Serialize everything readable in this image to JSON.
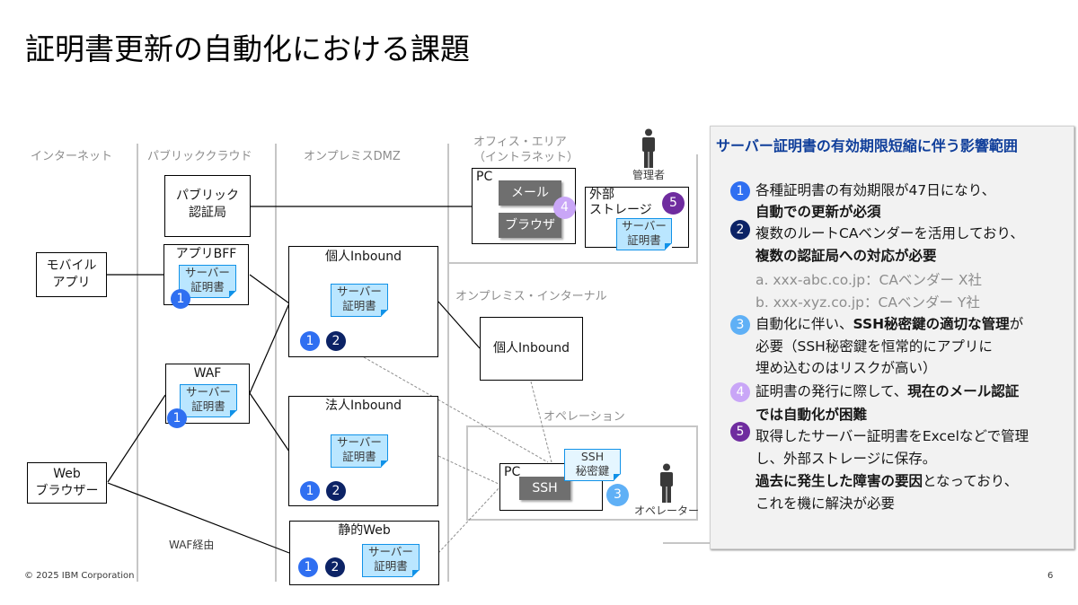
{
  "title": "証明書更新の自動化における課題",
  "zones": {
    "internet": "インターネット",
    "public_cloud": "パブリッククラウド",
    "onprem_dmz": "オンプレミスDMZ",
    "office_area_line1": "オフィス・エリア",
    "office_area_line2": "（イントラネット）",
    "onprem_internal": "オンプレミス・インターナル",
    "operation": "オペレーション"
  },
  "nodes": {
    "mobile_app": [
      "モバイル",
      "アプリ"
    ],
    "web_browser": [
      "Web",
      "ブラウザー"
    ],
    "public_ca": [
      "パブリック",
      "認証局"
    ],
    "app_bff": "アプリBFF",
    "waf": "WAF",
    "personal_inbound_dmz": "個人Inbound",
    "corporate_inbound": "法人Inbound",
    "static_web": "静的Web",
    "personal_inbound_internal": "個人Inbound",
    "office_pc": "PC",
    "mail": "メール",
    "browser": "ブラウザ",
    "external_storage": [
      "外部",
      "ストレージ"
    ],
    "op_pc": "PC",
    "ssh": "SSH"
  },
  "cert_label": [
    "サーバー",
    "証明書"
  ],
  "ssh_key_label": [
    "SSH",
    "秘密鍵"
  ],
  "people": {
    "admin": "管理者",
    "operator": "オペレーター"
  },
  "waf_via": "WAF経由",
  "badges": {
    "b1": "1",
    "b2": "2",
    "b3": "3",
    "b4": "4",
    "b5": "5"
  },
  "badge_colors": {
    "b1": "#2f6ff1",
    "b2": "#0c2366",
    "b3": "#5fb0f6",
    "b4": "#c9a6f7",
    "b5": "#6f2c9f"
  },
  "panel": {
    "title": "サーバー証明書の有効期限短縮に伴う影響範囲",
    "items": [
      {
        "badge": "1",
        "line1": "各種証明書の有効期限が47日になり、",
        "line2_bold": "自動での更新が必須"
      },
      {
        "badge": "2",
        "line1": "複数のルートCAベンダーを活用しており、",
        "line2_bold": "複数の認証局への対応が必要",
        "subs": [
          "a.  xxx-abc.co.jp：CAベンダー X社",
          "b.  xxx-xyz.co.jp：CAベンダー Y社"
        ]
      },
      {
        "badge": "3",
        "line1_pre": "自動化に伴い、",
        "line1_bold": "SSH秘密鍵の適切な管理",
        "line1_post": "が",
        "line2": "必要（SSH秘密鍵を恒常的にアプリに",
        "line3": "埋め込むのはリスクが高い）"
      },
      {
        "badge": "4",
        "line1_pre": "証明書の発行に際して、",
        "line1_bold": "現在のメール認証",
        "line2_bold": "では自動化が困難"
      },
      {
        "badge": "5",
        "line1": "取得したサーバー証明書をExcelなどで管理",
        "line2": "し、外部ストレージに保存。",
        "line3_bold": "過去に発生した障害の要因",
        "line3_post": "となっており、",
        "line4": "これを機に解決が必要"
      }
    ]
  },
  "footer": {
    "copyright": "© 2025 IBM Corporation",
    "page_number": "6"
  }
}
